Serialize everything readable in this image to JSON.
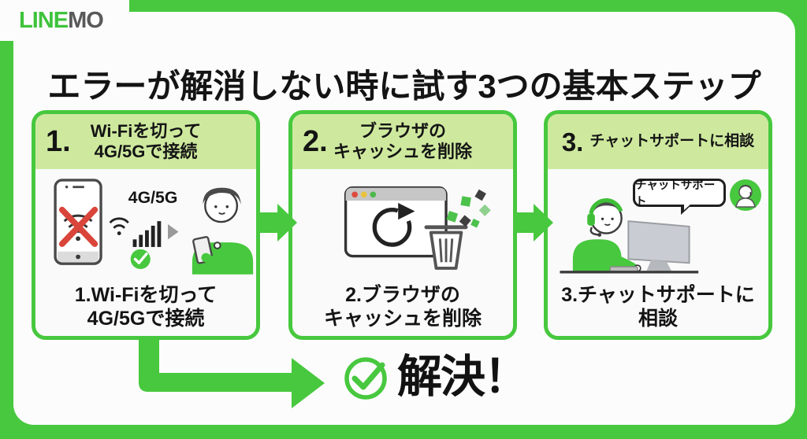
{
  "brand": {
    "line": "LINE",
    "mo": "MO"
  },
  "header": {
    "title": "エラーが解消しない時に試す3つの基本ステップ"
  },
  "steps": [
    {
      "number": "1.",
      "header": [
        "Wi-Fiを切って",
        "4G/5Gで接続"
      ],
      "caption": [
        "1.Wi-Fiを切って",
        "4G/5Gで接続"
      ],
      "labels": {
        "network": "4G/5G"
      }
    },
    {
      "number": "2.",
      "header": [
        "ブラウザの",
        "キャッシュを削除"
      ],
      "caption": [
        "2.ブラウザの",
        "キャッシュを削除"
      ]
    },
    {
      "number": "3.",
      "header": [
        "チャットサポートに相談"
      ],
      "caption": [
        "3.チャットサポートに",
        "相談"
      ],
      "labels": {
        "bubble": "チャットサポート"
      }
    }
  ],
  "result": {
    "label": "解決！"
  },
  "colors": {
    "brand_green": "#47C83E",
    "card_header_green": "#CEE99E",
    "error_red": "#D9453A",
    "text_black": "#141414",
    "logo_gray": "#595959"
  }
}
